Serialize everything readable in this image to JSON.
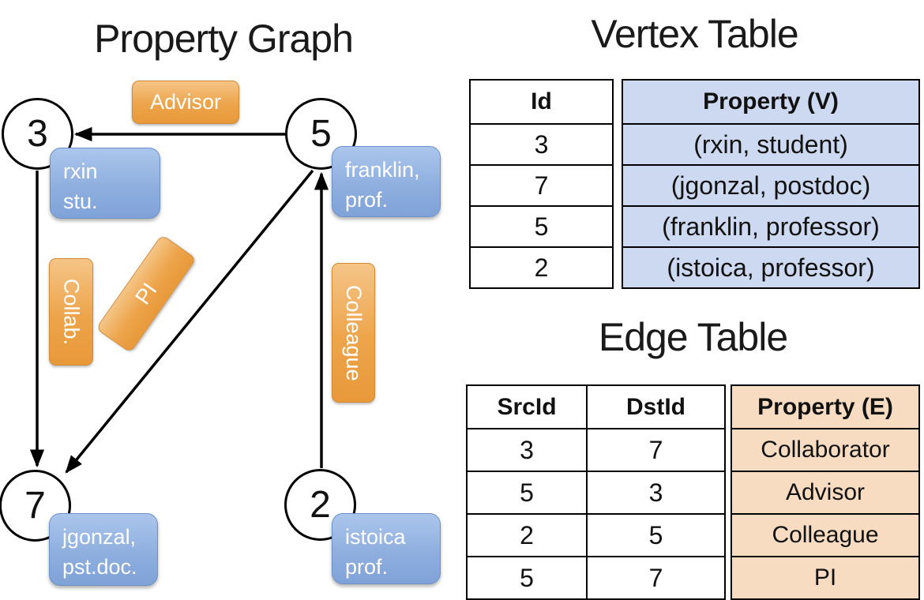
{
  "graph": {
    "title": "Property Graph",
    "nodes": [
      {
        "id": "3",
        "box_line1": "rxin",
        "box_line2": "stu."
      },
      {
        "id": "5",
        "box_line1": "franklin,",
        "box_line2": "prof."
      },
      {
        "id": "7",
        "box_line1": "jgonzal,",
        "box_line2": "pst.doc."
      },
      {
        "id": "2",
        "box_line1": "istoica",
        "box_line2": "prof."
      }
    ],
    "edge_labels": [
      {
        "text": "Advisor"
      },
      {
        "text": "Collab."
      },
      {
        "text": "PI"
      },
      {
        "text": "Colleague"
      }
    ],
    "edges": [
      {
        "src": "5",
        "dst": "3",
        "label": "Advisor"
      },
      {
        "src": "3",
        "dst": "7",
        "label": "Collab."
      },
      {
        "src": "5",
        "dst": "7",
        "label": "PI"
      },
      {
        "src": "2",
        "dst": "5",
        "label": "Colleague"
      }
    ]
  },
  "vertex_table": {
    "title": "Vertex Table",
    "headers": {
      "id": "Id",
      "property": "Property (V)"
    },
    "rows": [
      {
        "id": "3",
        "property": "(rxin, student)"
      },
      {
        "id": "7",
        "property": "(jgonzal, postdoc)"
      },
      {
        "id": "5",
        "property": "(franklin, professor)"
      },
      {
        "id": "2",
        "property": "(istoica, professor)"
      }
    ]
  },
  "edge_table": {
    "title": "Edge Table",
    "headers": {
      "src": "SrcId",
      "dst": "DstId",
      "property": "Property (E)"
    },
    "rows": [
      {
        "src": "3",
        "dst": "7",
        "property": "Collaborator"
      },
      {
        "src": "5",
        "dst": "3",
        "property": "Advisor"
      },
      {
        "src": "2",
        "dst": "5",
        "property": "Colleague"
      },
      {
        "src": "5",
        "dst": "7",
        "property": "PI"
      }
    ]
  },
  "colors": {
    "edge_label_orange": "#eda44a",
    "edge_label_border": "#d28a33",
    "vertex_box_blue": "#8fafdf",
    "vertex_box_border": "#6d90c6",
    "vertex_table_fill": "#ccd9f0",
    "edge_table_fill": "#f7dcc1",
    "line_black": "#000000"
  }
}
